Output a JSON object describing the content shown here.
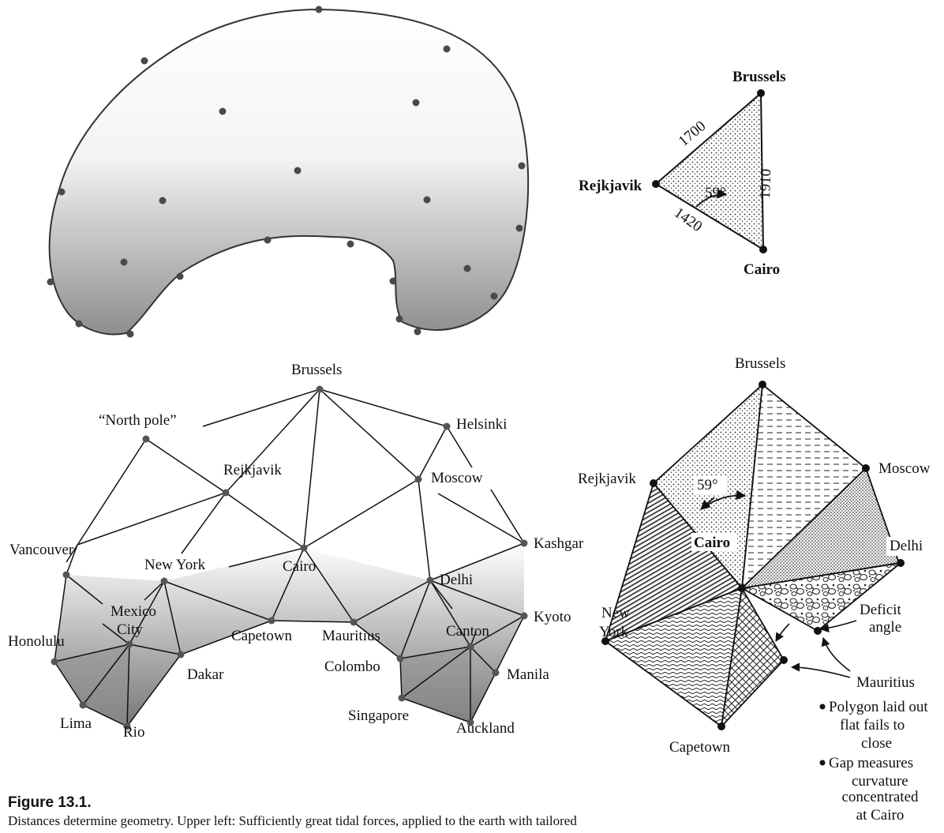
{
  "figure": {
    "title": "Figure 13.1.",
    "caption": "Distances determine geometry. Upper left: Sufficiently great tidal forces, applied to the earth with tailored"
  },
  "triangle": {
    "brussels": "Brussels",
    "rejkjavik": "Rejkjavik",
    "cairo": "Cairo",
    "dist_brussels_rejkjavik": "1700",
    "dist_brussels_cairo": "1910",
    "dist_rejkjavik_cairo": "1420",
    "angle": "59°"
  },
  "network": {
    "cities": {
      "brussels": "Brussels",
      "north_pole": "“North pole”",
      "helsinki": "Helsinki",
      "rejkjavik": "Rejkjavik",
      "moscow": "Moscow",
      "vancouver": "Vancouver",
      "new_york": "New York",
      "cairo": "Cairo",
      "kashgar": "Kashgar",
      "delhi": "Delhi",
      "mexico": "Mexico",
      "city": "City",
      "kyoto": "Kyoto",
      "honolulu": "Honolulu",
      "capetown": "Capetown",
      "mauritius": "Mauritius",
      "canton": "Canton",
      "colombo": "Colombo",
      "dakar": "Dakar",
      "manila": "Manila",
      "lima": "Lima",
      "rio": "Rio",
      "singapore": "Singapore",
      "auckland": "Auckland"
    }
  },
  "flat": {
    "brussels": "Brussels",
    "rejkjavik": "Rejkjavik",
    "moscow": "Moscow",
    "cairo": "Cairo",
    "delhi": "Delhi",
    "new": "New",
    "york": "York",
    "capetown": "Capetown",
    "angle": "59°",
    "deficit": "Deficit",
    "deficit_angle": "angle",
    "mauritius": "Mauritius",
    "notes": [
      [
        "Polygon laid out",
        "flat fails to",
        "close"
      ],
      [
        "Gap measures",
        "curvature",
        "concentrated",
        "at Cairo"
      ]
    ]
  }
}
